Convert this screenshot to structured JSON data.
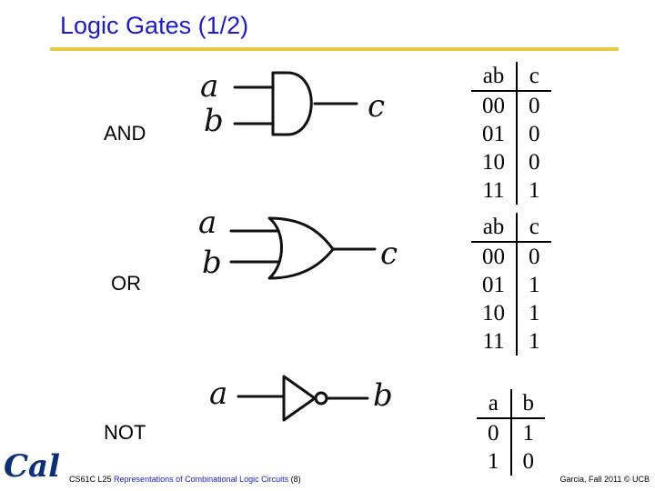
{
  "slide": {
    "title": "Logic Gates (1/2)"
  },
  "gates": [
    {
      "label": "AND",
      "inputs": [
        "a",
        "b"
      ],
      "output": "c"
    },
    {
      "label": "OR",
      "inputs": [
        "a",
        "b"
      ],
      "output": "c"
    },
    {
      "label": "NOT",
      "inputs": [
        "a"
      ],
      "output": "b"
    }
  ],
  "truth_tables": {
    "and": {
      "header": [
        "ab",
        "c"
      ],
      "rows": [
        [
          "00",
          "0"
        ],
        [
          "01",
          "0"
        ],
        [
          "10",
          "0"
        ],
        [
          "11",
          "1"
        ]
      ]
    },
    "or": {
      "header": [
        "ab",
        "c"
      ],
      "rows": [
        [
          "00",
          "0"
        ],
        [
          "01",
          "1"
        ],
        [
          "10",
          "1"
        ],
        [
          "11",
          "1"
        ]
      ]
    },
    "not": {
      "header": [
        "a",
        "b"
      ],
      "rows": [
        [
          "0",
          "1"
        ],
        [
          "1",
          "0"
        ]
      ]
    }
  },
  "footer": {
    "course": "CS61C L25",
    "topic": "Representations of Combinational Logic Circuits",
    "page": "(8)",
    "credit": "Garcia, Fall 2011 © UCB"
  },
  "logo": {
    "text": "Cal",
    "color": "#0b2f7a"
  },
  "colors": {
    "title": "#1a1ad6",
    "rule": "#e6c93e"
  }
}
